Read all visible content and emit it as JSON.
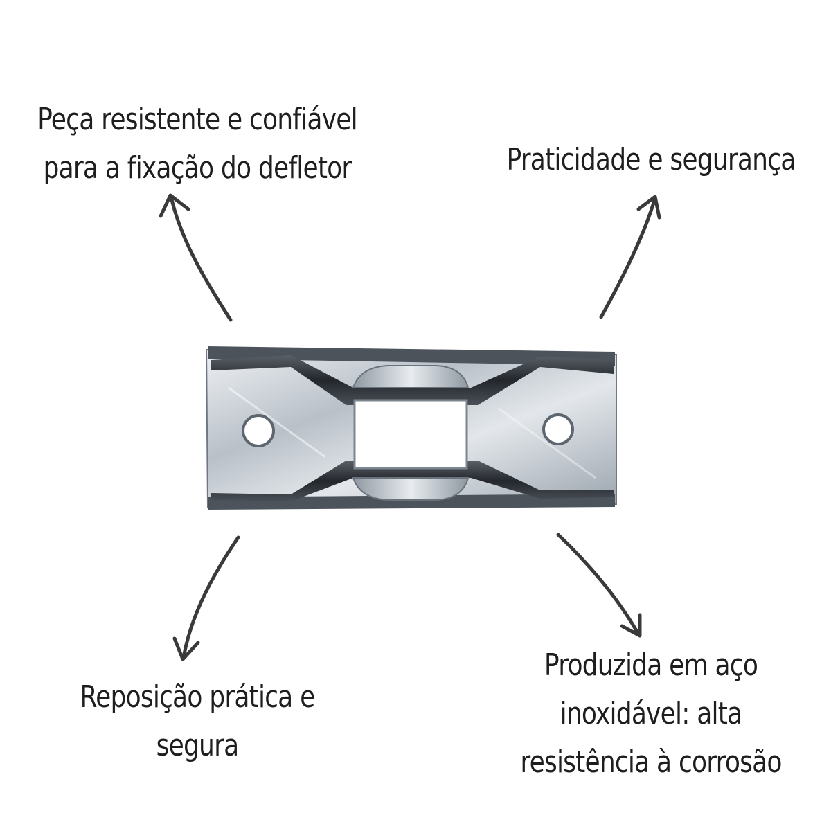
{
  "callouts": {
    "top_left": [
      "Peça resistente e confiável",
      "para a fixação do defletor"
    ],
    "top_right": [
      "Praticidade e segurança"
    ],
    "bottom_left": [
      "Reposição prática e",
      "segura"
    ],
    "bottom_right": [
      "Produzida em aço",
      "inoxidável: alta",
      "resistência à corrosão"
    ]
  },
  "colors": {
    "text": "#1e1e1e",
    "arrow": "#3a3a3a",
    "metal_light": "#d9dde2",
    "metal_dark": "#2c3036",
    "background": "#ffffff"
  }
}
